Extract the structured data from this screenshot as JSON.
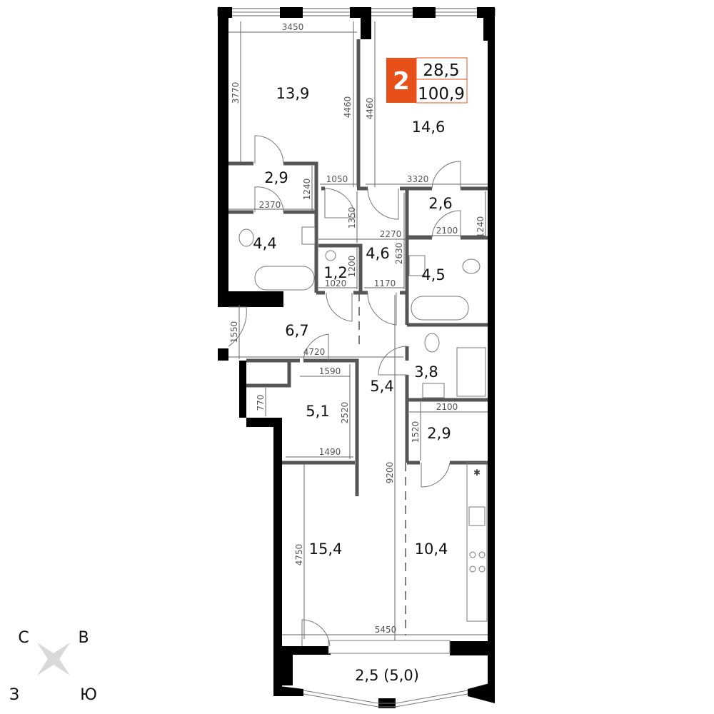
{
  "badge": {
    "rooms": "2",
    "living_area": "28,5",
    "total_area": "100,9",
    "accent_color": "#e8501a"
  },
  "rooms": [
    {
      "name": "bedroom-1",
      "area": "13,9"
    },
    {
      "name": "bedroom-2",
      "area": "14,6"
    },
    {
      "name": "wardrobe-1",
      "area": "2,9"
    },
    {
      "name": "wardrobe-2",
      "area": "2,6"
    },
    {
      "name": "bathroom-1",
      "area": "4,4"
    },
    {
      "name": "utility",
      "area": "1,2"
    },
    {
      "name": "hall-1",
      "area": "4,6"
    },
    {
      "name": "bathroom-2",
      "area": "4,5"
    },
    {
      "name": "entrance-hall",
      "area": "6,7"
    },
    {
      "name": "bathroom-3",
      "area": "3,8"
    },
    {
      "name": "corridor",
      "area": "5,4"
    },
    {
      "name": "room-5",
      "area": "5,1"
    },
    {
      "name": "storage",
      "area": "2,9"
    },
    {
      "name": "living-room",
      "area": "15,4"
    },
    {
      "name": "kitchen",
      "area": "10,4"
    },
    {
      "name": "balcony",
      "area": "2,5 (5,0)"
    }
  ],
  "dimensions": [
    "3450",
    "3770",
    "4460",
    "4460",
    "1050",
    "3320",
    "1240",
    "2370",
    "1350",
    "2270",
    "2100",
    "1240",
    "2630",
    "1200",
    "1020",
    "1170",
    "1550",
    "4720",
    "1590",
    "2520",
    "770",
    "1490",
    "2100",
    "1520",
    "9200",
    "4750",
    "5450"
  ],
  "compass": {
    "north": "С",
    "east": "В",
    "west": "З",
    "south": "Ю"
  }
}
